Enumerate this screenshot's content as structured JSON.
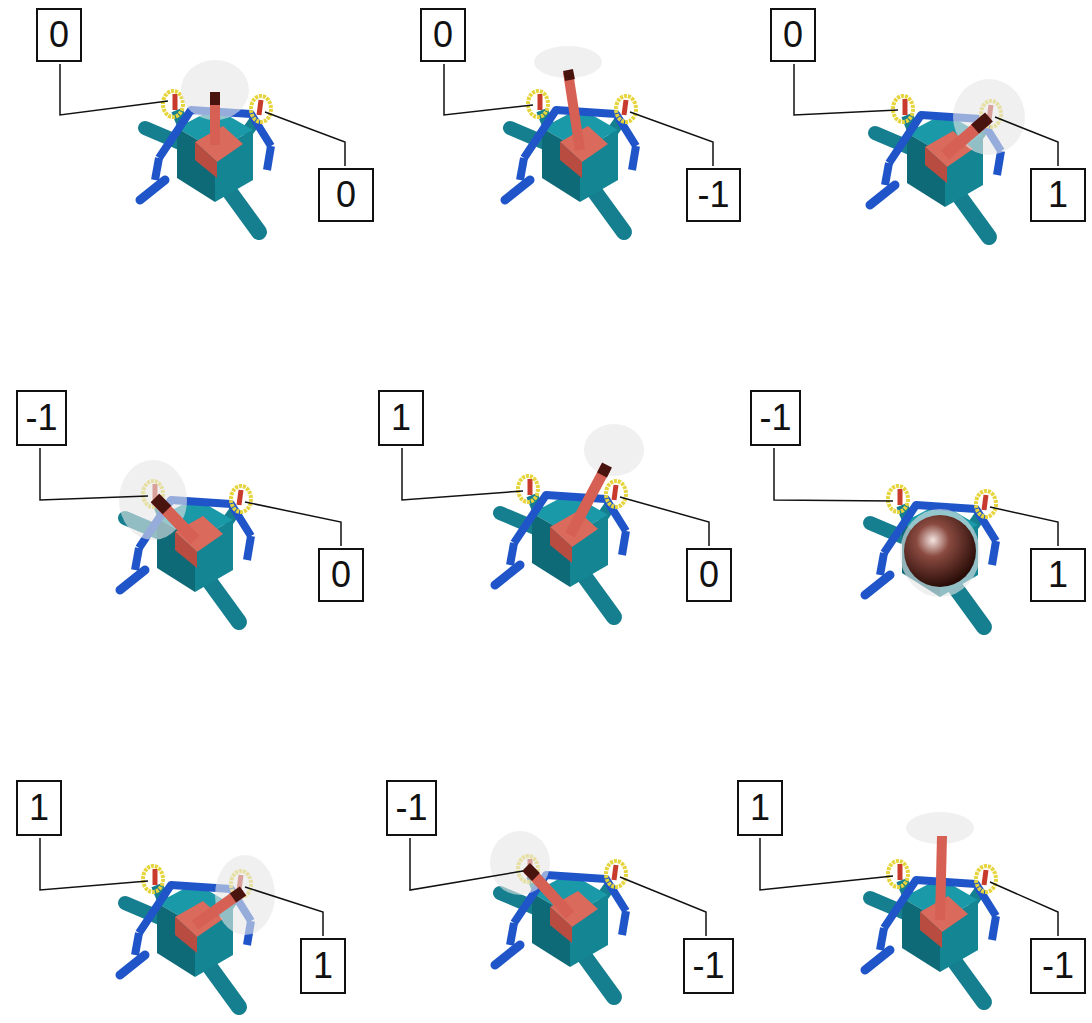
{
  "diagram": {
    "nodes": [
      {
        "text": [
          "0"
        ]
      },
      {
        "text": [
          "0"
        ]
      },
      {
        "text": [
          "0"
        ]
      },
      {
        "text": [
          "-1"
        ]
      },
      {
        "text": [
          "0"
        ]
      },
      {
        "text": [
          "1"
        ]
      },
      {
        "text": [
          "-1"
        ]
      },
      {
        "text": [
          "0"
        ]
      },
      {
        "text": [
          "1"
        ]
      },
      {
        "text": [
          "0"
        ]
      },
      {
        "text": [
          "-1"
        ]
      },
      {
        "text": [
          "1"
        ]
      },
      {
        "text": [
          "1"
        ]
      },
      {
        "text": [
          "1"
        ]
      },
      {
        "text": [
          "-1"
        ]
      },
      {
        "text": [
          "-1"
        ]
      },
      {
        "text": [
          "1"
        ]
      },
      {
        "text": [
          "-1"
        ]
      }
    ]
  }
}
